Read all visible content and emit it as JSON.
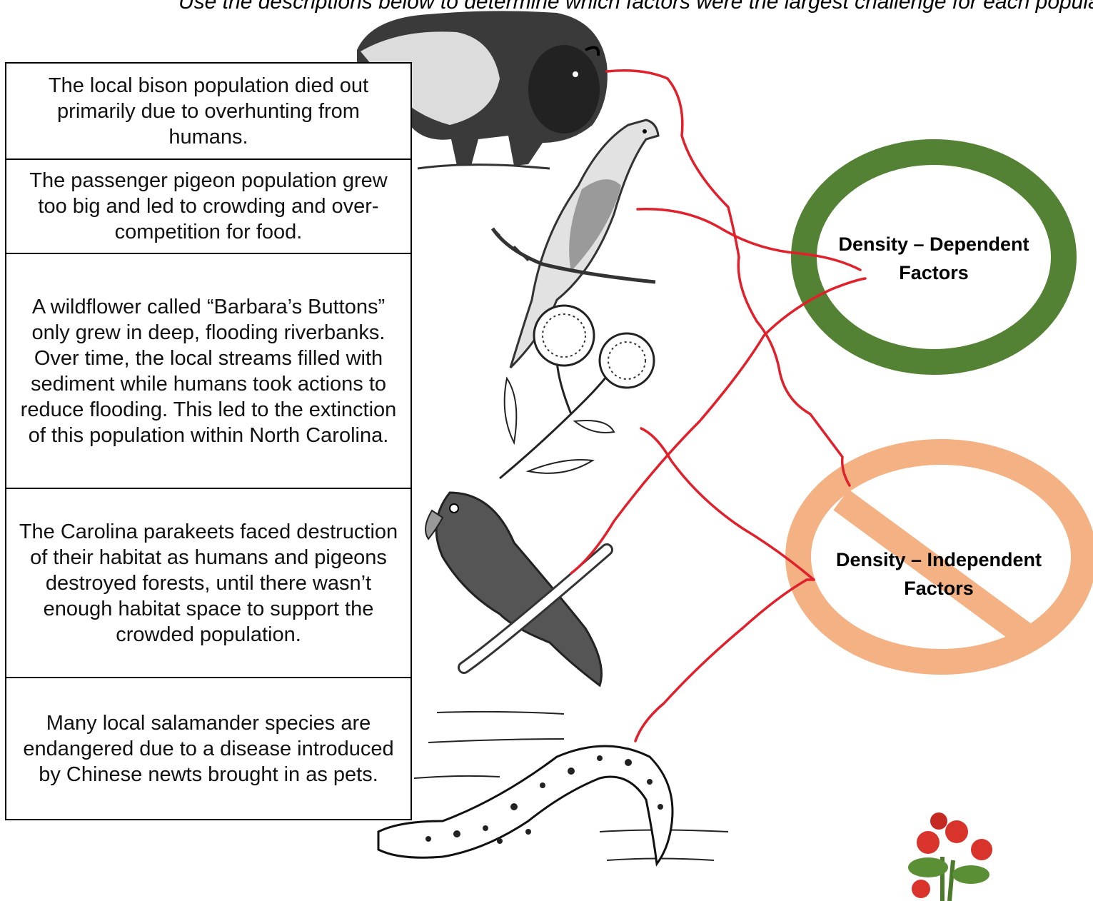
{
  "instruction": "Use the descriptions below to determine which factors were the largest challenge for each population.",
  "statements": [
    {
      "id": "bison",
      "text": "The local bison population died out primarily due to overhunting from humans."
    },
    {
      "id": "pigeon",
      "text": "The passenger pigeon population grew too big and led to crowding and over-competition for food."
    },
    {
      "id": "wildflower",
      "text": "A wildflower called “Barbara’s Buttons” only grew in deep, flooding riverbanks. Over time, the local streams filled with sediment while humans took actions to reduce flooding. This led to the extinction of this population within North Carolina."
    },
    {
      "id": "parakeet",
      "text": "The Carolina parakeets faced destruction of their habitat as humans and pigeons destroyed forests, until there wasn’t enough habitat space to support the crowded population."
    },
    {
      "id": "salamander",
      "text": "Many local salamander species are endangered due to a disease introduced by Chinese newts brought in as pets."
    }
  ],
  "categories": {
    "dependent": {
      "line1": "Density – Dependent",
      "line2": "Factors",
      "color": "#548235"
    },
    "independent": {
      "line1": "Density – Independent",
      "line2": "Factors",
      "color": "#f4b183"
    }
  },
  "annotation_color": "#e0202a",
  "icons": [
    "bison-icon",
    "pigeon-icon",
    "wildflower-icon",
    "parakeet-icon",
    "salamander-icon",
    "flower-plant-icon"
  ]
}
